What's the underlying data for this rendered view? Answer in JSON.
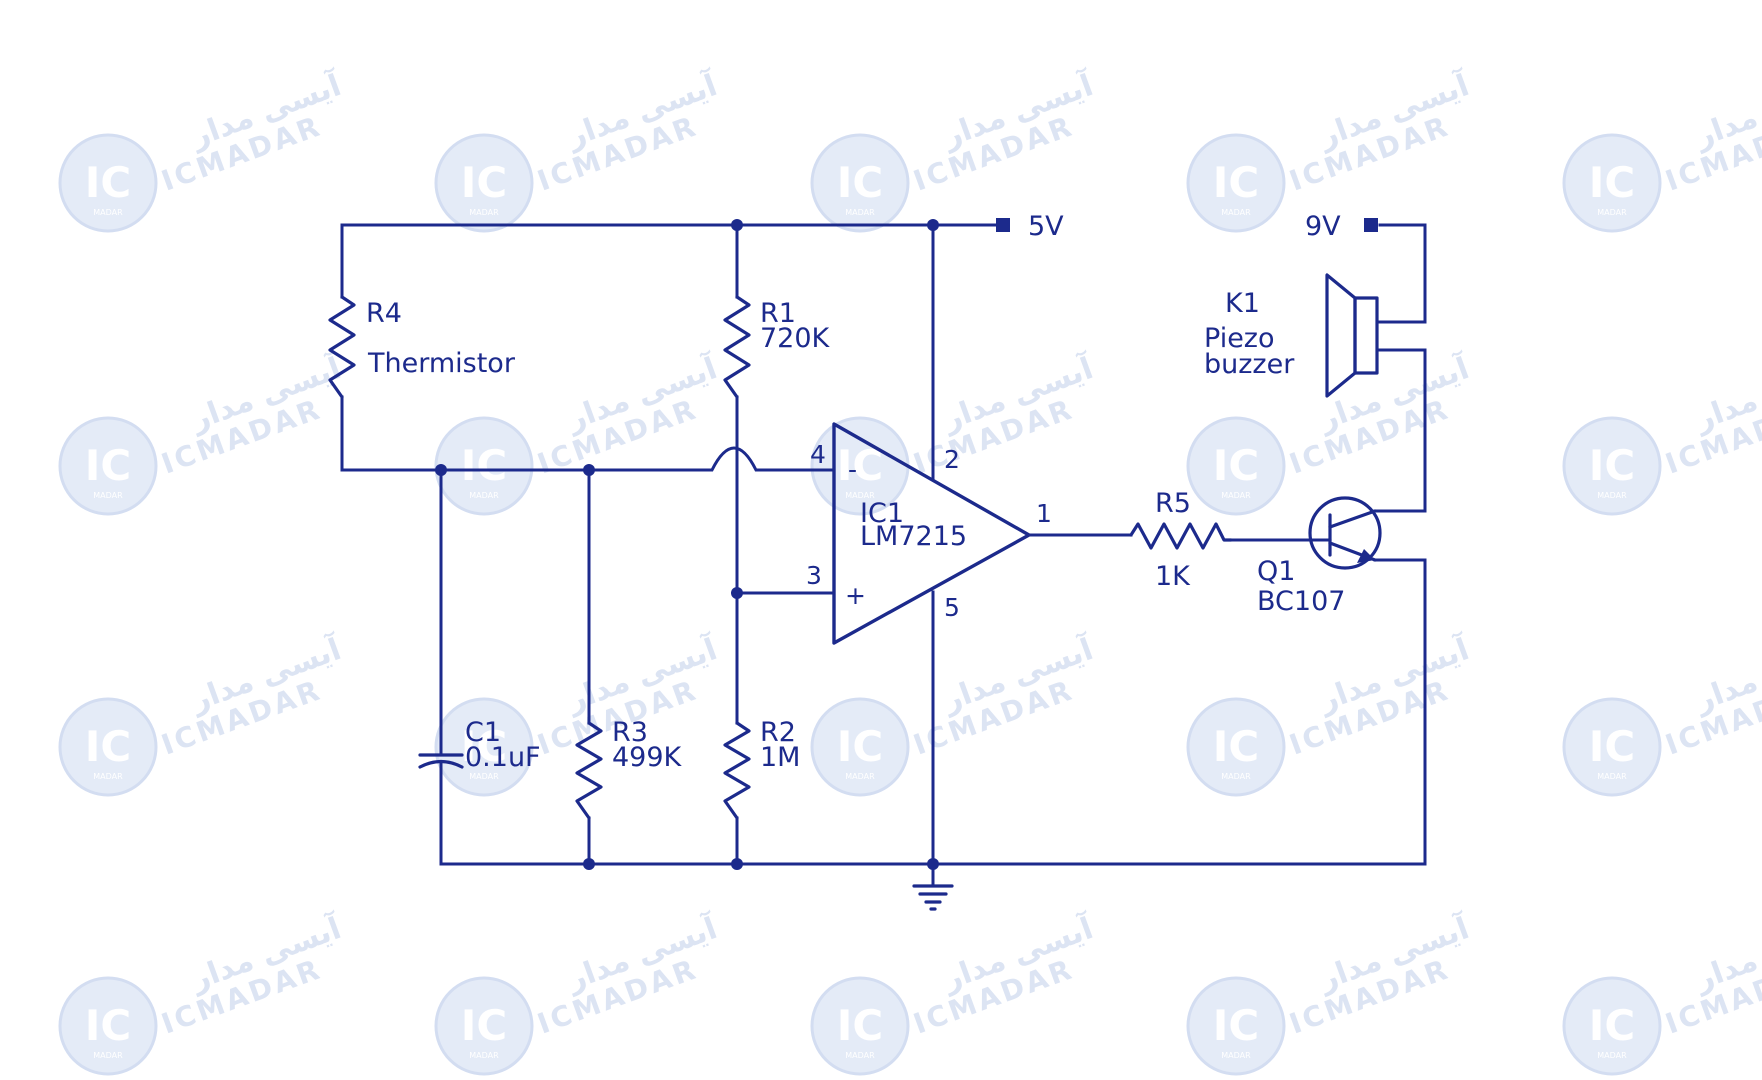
{
  "watermark": {
    "brand": "ICMADAR",
    "brand_fa": "آیسی مدار",
    "logo_text": "IC",
    "logo_subtext": "MADAR"
  },
  "supplies": {
    "v5": "5V",
    "v9": "9V"
  },
  "components": {
    "r4": {
      "ref": "R4",
      "value": "Thermistor"
    },
    "r1": {
      "ref": "R1",
      "value": "720K"
    },
    "r2": {
      "ref": "R2",
      "value": "1M"
    },
    "r3": {
      "ref": "R3",
      "value": "499K"
    },
    "c1": {
      "ref": "C1",
      "value": "0.1uF"
    },
    "ic1": {
      "ref": "IC1",
      "value": "LM7215",
      "minus": "-",
      "plus": "+"
    },
    "r5": {
      "ref": "R5",
      "value": "1K"
    },
    "q1": {
      "ref": "Q1",
      "value": "BC107"
    },
    "k1": {
      "ref": "K1",
      "line1": "Piezo",
      "line2": "buzzer"
    }
  },
  "pins": {
    "p1": "1",
    "p2": "2",
    "p3": "3",
    "p4": "4",
    "p5": "5"
  }
}
